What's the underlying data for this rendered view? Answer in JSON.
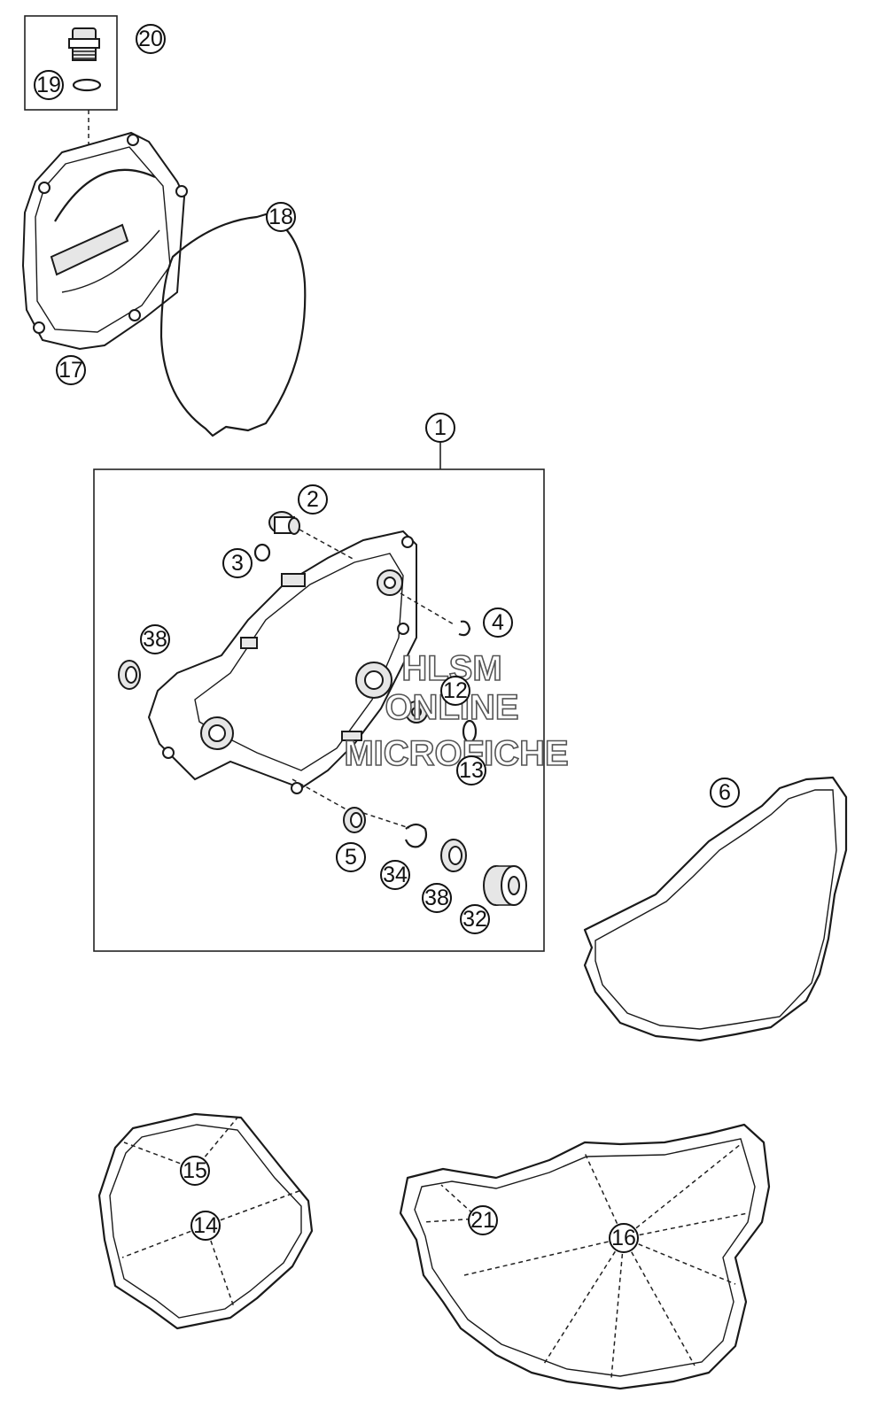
{
  "callouts": [
    {
      "id": "c20",
      "label": "20"
    },
    {
      "id": "c19",
      "label": "19"
    },
    {
      "id": "c18",
      "label": "18"
    },
    {
      "id": "c17",
      "label": "17"
    },
    {
      "id": "c1",
      "label": "1"
    },
    {
      "id": "c2",
      "label": "2"
    },
    {
      "id": "c3",
      "label": "3"
    },
    {
      "id": "c4",
      "label": "4"
    },
    {
      "id": "c38a",
      "label": "38"
    },
    {
      "id": "c12",
      "label": "12"
    },
    {
      "id": "c13",
      "label": "13"
    },
    {
      "id": "c5",
      "label": "5"
    },
    {
      "id": "c34",
      "label": "34"
    },
    {
      "id": "c38b",
      "label": "38"
    },
    {
      "id": "c32",
      "label": "32"
    },
    {
      "id": "c6",
      "label": "6"
    },
    {
      "id": "c15",
      "label": "15"
    },
    {
      "id": "c14",
      "label": "14"
    },
    {
      "id": "c21",
      "label": "21"
    },
    {
      "id": "c16",
      "label": "16"
    }
  ],
  "watermark": {
    "line1": "HLSM",
    "line2": "ONLINE",
    "line3": "MICROFICHE"
  }
}
